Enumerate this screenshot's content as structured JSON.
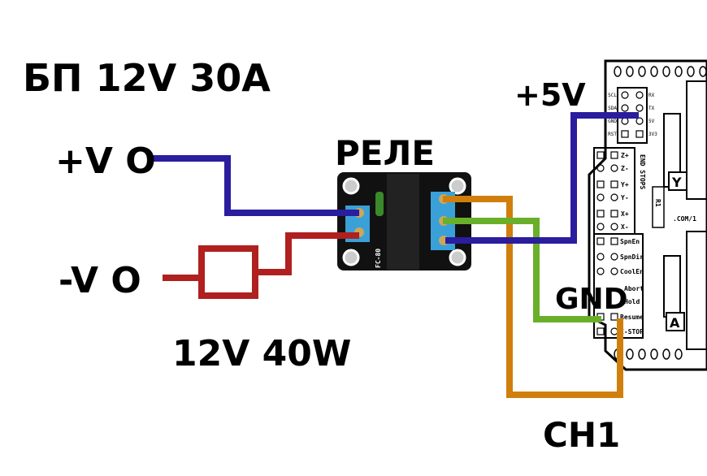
{
  "labels": {
    "power_supply": "БП 12V 30A",
    "plus_v": "+V O",
    "minus_v": "-V O",
    "load": "12V 40W",
    "relay": "РЕЛЕ",
    "plus_5v": "+5V",
    "gnd": "GND",
    "ch1": "CH1"
  },
  "relay_module": {
    "silkscreen": "FC-80"
  },
  "controller_board": {
    "header_pins": [
      "SCL",
      "SDA",
      "GND",
      "RST",
      "RX",
      "TX",
      "5V",
      "3V3"
    ],
    "end_stops": [
      "Z+",
      "Z-",
      "Y+",
      "Y-",
      "X+",
      "X-"
    ],
    "end_stops_title": "END STOPS",
    "control_pins": [
      "SpnEn",
      "SpnDir",
      "CoolEn",
      "Abort",
      "Hold",
      "Resume",
      "E-STOP"
    ],
    "axis_labels": [
      "Y",
      "A"
    ],
    "resistor_label": "R1",
    "url_fragment": ".COM/1"
  },
  "colors": {
    "wire_blue": "#2a1d9e",
    "wire_red": "#b0201e",
    "wire_orange": "#d07f0c",
    "wire_green": "#6aaf2a",
    "terminal_blue": "#3aa0d8",
    "relay_pcb": "#111111"
  }
}
